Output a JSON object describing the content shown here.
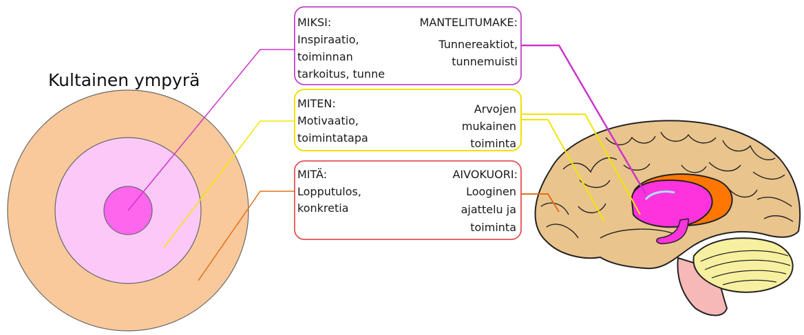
{
  "title": "Kultainen ympyrä",
  "colors": {
    "outer_circle": "#f9c99b",
    "middle_circle": "#fbc8f8",
    "inner_circle": "#ff66ee",
    "why_line": "#cc33cc",
    "how_line": "#f2e600",
    "what_line": "#e0701a",
    "box_why_border": "#c040c8",
    "box_how_border": "#f0e000",
    "box_what_border": "#e05050",
    "brain_fill": "#e9c48d",
    "amygdala": "#ff33dd",
    "cortex_accent": "#ff7700"
  },
  "boxes": [
    {
      "id": "why",
      "left_lines": [
        "MIKSI:",
        "Inspiraatio,",
        "toiminnan",
        "tarkoitus, tunne"
      ],
      "right_lines": [
        "MANTELITUMAKE:",
        "Tunnereaktiot,",
        "tunnemuisti"
      ]
    },
    {
      "id": "how",
      "left_lines": [
        "MITEN:",
        "Motivaatio,",
        "toimintatapa"
      ],
      "right_lines": [
        "Arvojen",
        "mukainen",
        "toiminta"
      ]
    },
    {
      "id": "what",
      "left_lines": [
        "MITÄ:",
        "Lopputulos,",
        "konkretia"
      ],
      "right_lines": [
        "AIVOKUORI:",
        "Looginen",
        "ajattelu ja",
        "toiminta"
      ]
    }
  ]
}
